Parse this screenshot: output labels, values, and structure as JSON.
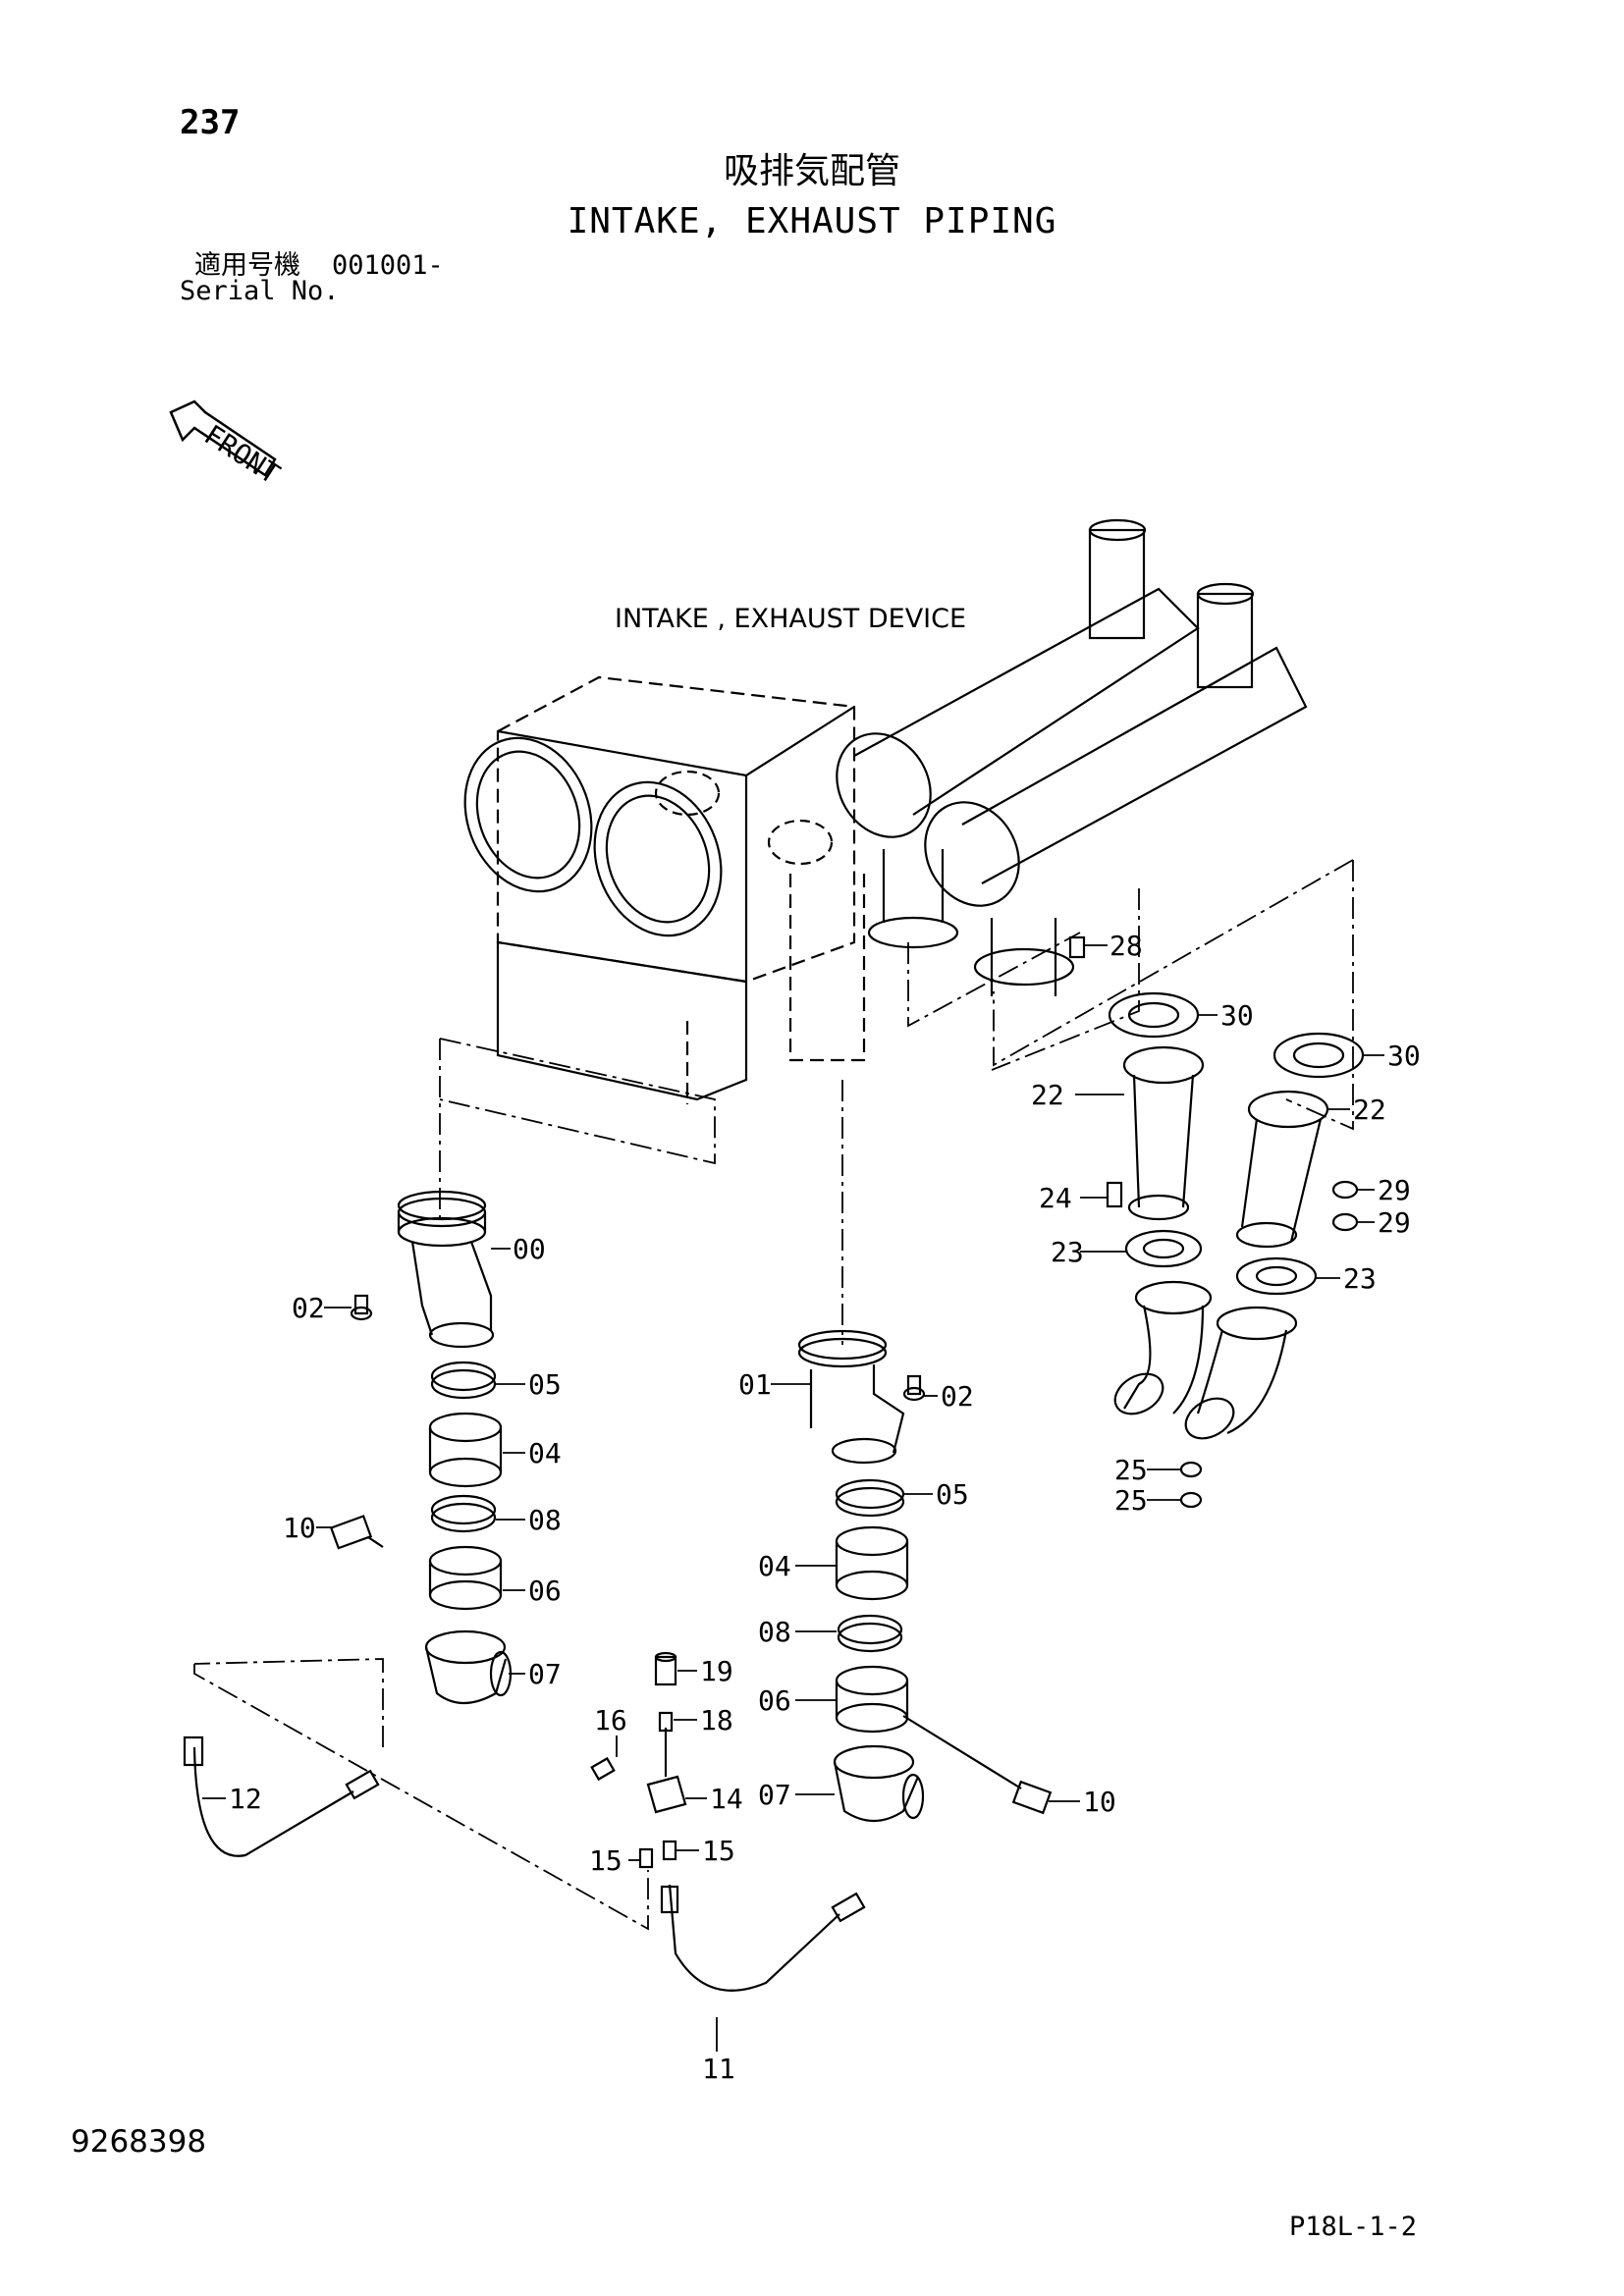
{
  "header": {
    "page_number": "237",
    "title_jp": "吸排気配管",
    "title_en": "INTAKE, EXHAUST PIPING",
    "serial_label_jp": "適用号機",
    "serial_value": "001001-",
    "serial_label_en": "Serial No."
  },
  "diagram": {
    "front_label": "FRONT",
    "device_label": "INTAKE , EXHAUST DEVICE",
    "callouts": {
      "c00": "00",
      "c01": "01",
      "c02a": "02",
      "c02b": "02",
      "c04a": "04",
      "c04b": "04",
      "c05a": "05",
      "c05b": "05",
      "c06a": "06",
      "c06b": "06",
      "c07a": "07",
      "c07b": "07",
      "c08a": "08",
      "c08b": "08",
      "c10a": "10",
      "c10b": "10",
      "c11": "11",
      "c12": "12",
      "c14": "14",
      "c15a": "15",
      "c15b": "15",
      "c16": "16",
      "c18": "18",
      "c19": "19",
      "c22a": "22",
      "c22b": "22",
      "c23a": "23",
      "c23b": "23",
      "c24": "24",
      "c25a": "25",
      "c25b": "25",
      "c28": "28",
      "c29a": "29",
      "c29b": "29",
      "c30a": "30",
      "c30b": "30"
    }
  },
  "footer": {
    "doc_number": "9268398",
    "page_code": "P18L-1-2"
  }
}
